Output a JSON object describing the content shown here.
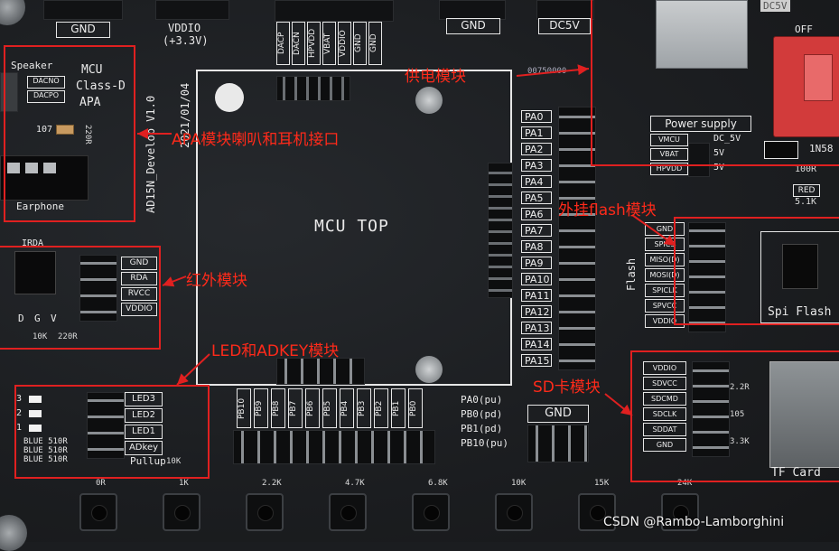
{
  "mcu_label": "MCU TOP",
  "pa_pins": [
    "PA0",
    "PA1",
    "PA2",
    "PA3",
    "PA4",
    "PA5",
    "PA6",
    "PA7",
    "PA8",
    "PA9",
    "PA10",
    "PA11",
    "PA12",
    "PA13",
    "PA14",
    "PA15"
  ],
  "pb_pins": [
    "PB10",
    "PB9",
    "PB8",
    "PB7",
    "PB6",
    "PB5",
    "PB4",
    "PB3",
    "PB2",
    "PB1",
    "PB0"
  ],
  "pull_notes": [
    "PA0(pu)",
    "PB0(pd)",
    "PB1(pd)",
    "PB10(pu)"
  ],
  "top_headers": [
    "GND",
    "VDDIO",
    "(+3.3V)",
    "GND",
    "DC5V"
  ],
  "top_power_pins": [
    "DACP",
    "DACN",
    "HPVDD",
    "VBAT",
    "VDDIO",
    "GND",
    "GND"
  ],
  "board_version": "AD15N_Develop V1.0",
  "board_date": "2021/01/04",
  "apa": {
    "speaker": "Speaker",
    "dacn": "DACNO",
    "dacp": "DACPO",
    "mcu_line1": "MCU",
    "mcu_line2": "Class-D",
    "mcu_line3": "APA",
    "cap": "107",
    "res": "220R",
    "earphone": "Earphone"
  },
  "irda": {
    "title": "IRDA",
    "pins": [
      "GND",
      "RDA",
      "RVCC",
      "VDDIO"
    ],
    "legs": [
      "D",
      "G",
      "V"
    ],
    "res1": "10K",
    "res2": "220R"
  },
  "led": {
    "labels": [
      "LED3",
      "LED2",
      "LED1",
      "ADkey"
    ],
    "pullup": "Pullup",
    "pullup_res": "10K",
    "nums": [
      "3",
      "2",
      "1"
    ],
    "blue": [
      "BLUE 510R",
      "BLUE 510R",
      "BLUE 510R"
    ]
  },
  "buttons": {
    "values": [
      "0R",
      "1K",
      "2.2K",
      "4.7K",
      "6.8K",
      "10K",
      "15K",
      "24K"
    ]
  },
  "gnd_header": "GND",
  "power": {
    "title": "Power supply",
    "rows": [
      "VMCU",
      "VBAT",
      "HPVDD"
    ],
    "right": [
      "DC_5V",
      "5V",
      "5V"
    ],
    "diode": "1N58",
    "res": "100R",
    "red": "RED",
    "red_res": "5.1K",
    "off": "OFF",
    "dc5v": "DC5V",
    "chip": "00750000"
  },
  "flash": {
    "side": "Flash",
    "pins": [
      "GND",
      "SPICS",
      "MISO(D)",
      "MOSI(D)",
      "SPICLK",
      "SPVCC",
      "VDDIO"
    ],
    "module": "Spi Flash"
  },
  "sd": {
    "pins": [
      "VDDIO",
      "SDVCC",
      "SDCMD",
      "SDCLK",
      "SDDAT",
      "GND"
    ],
    "vals": [
      "2.2R",
      "105",
      "3.3K"
    ],
    "module": "TF Card"
  },
  "annotations": {
    "power": "供电模块",
    "apa": "APA模块喇叭和耳机接口",
    "flash": "外挂flash模块",
    "ir": "红外模块",
    "led": "LED和ADKEY模块",
    "sd": "SD卡模块"
  },
  "watermark": "CSDN @Rambo-Lamborghini"
}
